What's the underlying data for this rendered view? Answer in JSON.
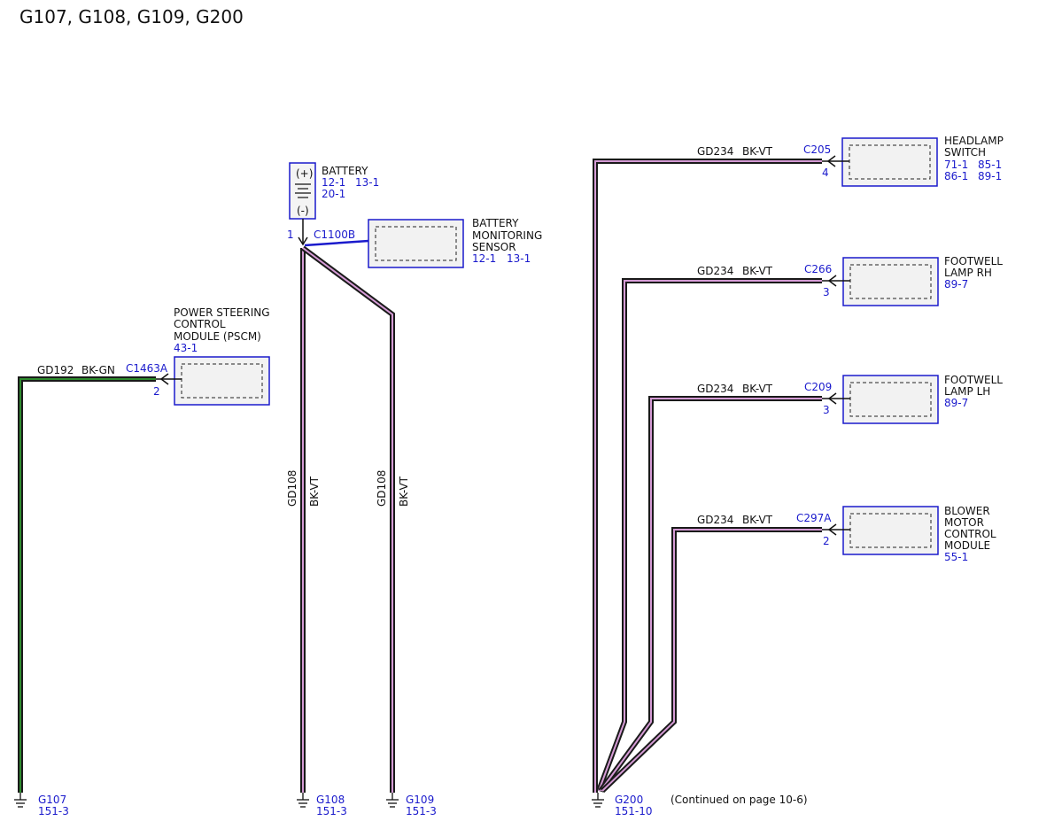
{
  "title": "G107, G108, G109, G200",
  "colors": {
    "link_blue": "#1a1acc",
    "bk_gn_stripe": "#2e8b2e",
    "bk_vt_stripe": "#d59bd5"
  },
  "battery": {
    "label": "BATTERY",
    "refs": [
      "12-1",
      "13-1",
      "20-1"
    ],
    "plus": "(+)",
    "minus": "(-)",
    "pin": "1",
    "connector": "C1100B"
  },
  "battery_sensor": {
    "lines": [
      "BATTERY",
      "MONITORING",
      "SENSOR"
    ],
    "refs": [
      "12-1",
      "13-1"
    ]
  },
  "pscm": {
    "lines": [
      "POWER STEERING",
      "CONTROL",
      "MODULE (PSCM)"
    ],
    "ref": "43-1",
    "connector": "C1463A",
    "pin": "2",
    "circuit": "GD192",
    "color": "BK-GN"
  },
  "g108_wires": [
    {
      "circuit": "GD108",
      "color": "BK-VT"
    },
    {
      "circuit": "GD108",
      "color": "BK-VT"
    }
  ],
  "right_components": [
    {
      "lines": [
        "HEADLAMP",
        "SWITCH"
      ],
      "refs": [
        "71-1",
        "85-1",
        "86-1",
        "89-1"
      ],
      "connector": "C205",
      "pin": "4",
      "circuit": "GD234",
      "color": "BK-VT"
    },
    {
      "lines": [
        "FOOTWELL",
        "LAMP RH"
      ],
      "refs": [
        "89-7"
      ],
      "connector": "C266",
      "pin": "3",
      "circuit": "GD234",
      "color": "BK-VT"
    },
    {
      "lines": [
        "FOOTWELL",
        "LAMP LH"
      ],
      "refs": [
        "89-7"
      ],
      "connector": "C209",
      "pin": "3",
      "circuit": "GD234",
      "color": "BK-VT"
    },
    {
      "lines": [
        "BLOWER",
        "MOTOR",
        "CONTROL",
        "MODULE"
      ],
      "refs": [
        "55-1"
      ],
      "connector": "C297A",
      "pin": "2",
      "circuit": "GD234",
      "color": "BK-VT"
    }
  ],
  "grounds": [
    {
      "name": "G107",
      "ref": "151-3"
    },
    {
      "name": "G108",
      "ref": "151-3"
    },
    {
      "name": "G109",
      "ref": "151-3"
    },
    {
      "name": "G200",
      "ref": "151-10"
    }
  ],
  "continued_note": "(Continued on page 10-6)"
}
